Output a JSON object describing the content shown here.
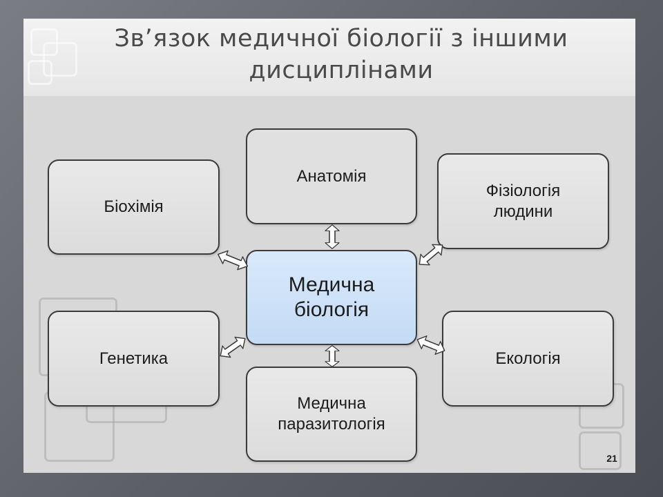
{
  "slide": {
    "title": "Зв’язок медичної біології з іншими дисциплінами",
    "page_number": "21"
  },
  "diagram": {
    "center": "Медична\nбіологія",
    "nodes": {
      "anatomy": "Анатомія",
      "biochemistry": "Біохімія",
      "physiology": "Фізіологія\nлюдини",
      "genetics": "Генетика",
      "ecology": "Екологія",
      "parasitology": "Медична\nпаразитологія"
    },
    "colors": {
      "center_fill": "#c9dff7",
      "node_fill": "#e3e3e3",
      "border": "#3a3a3a"
    }
  }
}
